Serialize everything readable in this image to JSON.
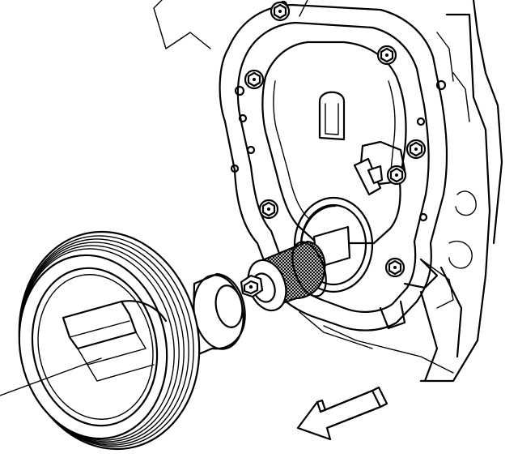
{
  "figure": {
    "callout_text": "",
    "colors": {
      "ink": "#000000",
      "paper": "#ffffff"
    },
    "parts": [
      "engine-front-cover",
      "cover-bolt",
      "crankshaft-seal",
      "seal-installer-tool",
      "crankshaft-balancer",
      "direction-arrow",
      "callout-leader"
    ]
  }
}
